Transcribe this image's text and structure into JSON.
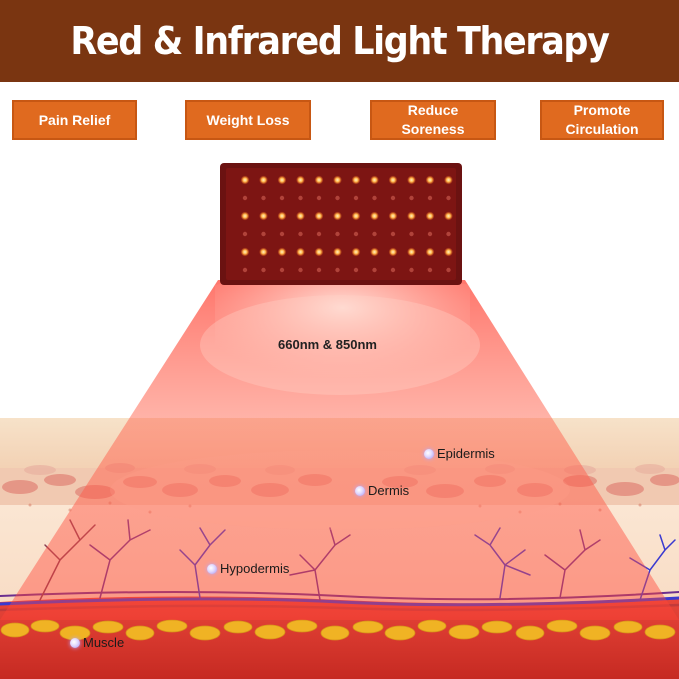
{
  "title": "Red & Infrared Light Therapy",
  "benefits": [
    "Pain Relief",
    "Weight  Loss",
    "Reduce Soreness",
    "Promote\nCirculation"
  ],
  "wavelength_label": "660nm & 850nm",
  "layers": {
    "epidermis": "Epidermis",
    "dermis": "Dermis",
    "hypodermis": "Hypodermis",
    "muscle": "Muscle"
  },
  "device": {
    "rows": 6,
    "columns": 12
  },
  "colors": {
    "banner": "#7a3511",
    "badge": "#e06a1f",
    "light": "#ff3b30",
    "led": "#ffb347",
    "vein_blue": "#3a3ad0",
    "vein_purple": "#6b2f8f",
    "fat": "#f0b324"
  }
}
